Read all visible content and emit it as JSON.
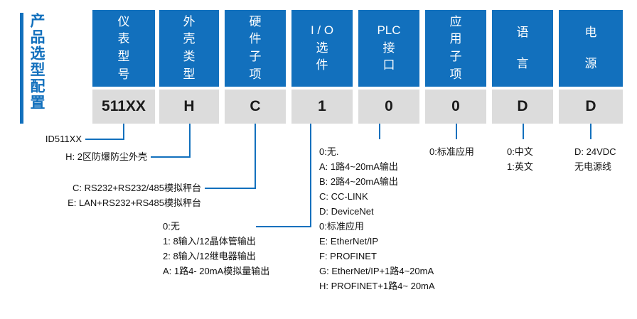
{
  "title": {
    "vertical_label": "产品选型配置",
    "accent_color": "#1270BD"
  },
  "columns": [
    {
      "header": [
        "仪",
        "表",
        "型",
        "号"
      ],
      "header_text": "仪表型号",
      "code": "511XX"
    },
    {
      "header": [
        "外",
        "壳",
        "类",
        "型"
      ],
      "header_text": "外壳类型",
      "code": "H"
    },
    {
      "header": [
        "硬",
        "件",
        "子",
        "项"
      ],
      "header_text": "硬件子项",
      "code": "C"
    },
    {
      "header": [
        "I / O",
        "选",
        "件"
      ],
      "header_text": "I/O选件",
      "code": "1"
    },
    {
      "header": [
        "PLC",
        "接",
        "口"
      ],
      "header_text": "PLC接口",
      "code": "0"
    },
    {
      "header": [
        "应",
        "用",
        "子",
        "项"
      ],
      "header_text": "应用子项",
      "code": "0"
    },
    {
      "header": [
        "语",
        "言"
      ],
      "header_text": "语言",
      "code": "D"
    },
    {
      "header": [
        "电",
        "源"
      ],
      "header_text": "电源",
      "code": "D"
    }
  ],
  "notes": {
    "model": {
      "lines": [
        "ID511XX"
      ]
    },
    "enclosure": {
      "lines": [
        "H: 2区防爆防尘外壳"
      ]
    },
    "hardware": {
      "lines": [
        "C: RS232+RS232/485模拟秤台",
        "E: LAN+RS232+RS485模拟秤台"
      ]
    },
    "io_option": {
      "lines": [
        "0:无",
        "1: 8输入/12晶体管输出",
        "2: 8输入/12继电器输出",
        "A: 1路4- 20mA模拟量输出"
      ]
    },
    "plc": {
      "lines": [
        "0:无.",
        "A: 1路4~20mA输出",
        "B: 2路4~20mA输出",
        "C: CC-LINK",
        "D: DeviceNet",
        "0:标准应用",
        "E: EtherNet/IP",
        "F: PROFINET",
        "G: EtherNet/IP+1路4~20mA",
        "H: PROFINET+1路4~ 20mA"
      ]
    },
    "application": {
      "lines": [
        "0:标准应用"
      ]
    },
    "language": {
      "lines": [
        "0:中文",
        "1:英文"
      ]
    },
    "power": {
      "lines": [
        "D: 24VDC",
        "无电源线"
      ]
    }
  }
}
